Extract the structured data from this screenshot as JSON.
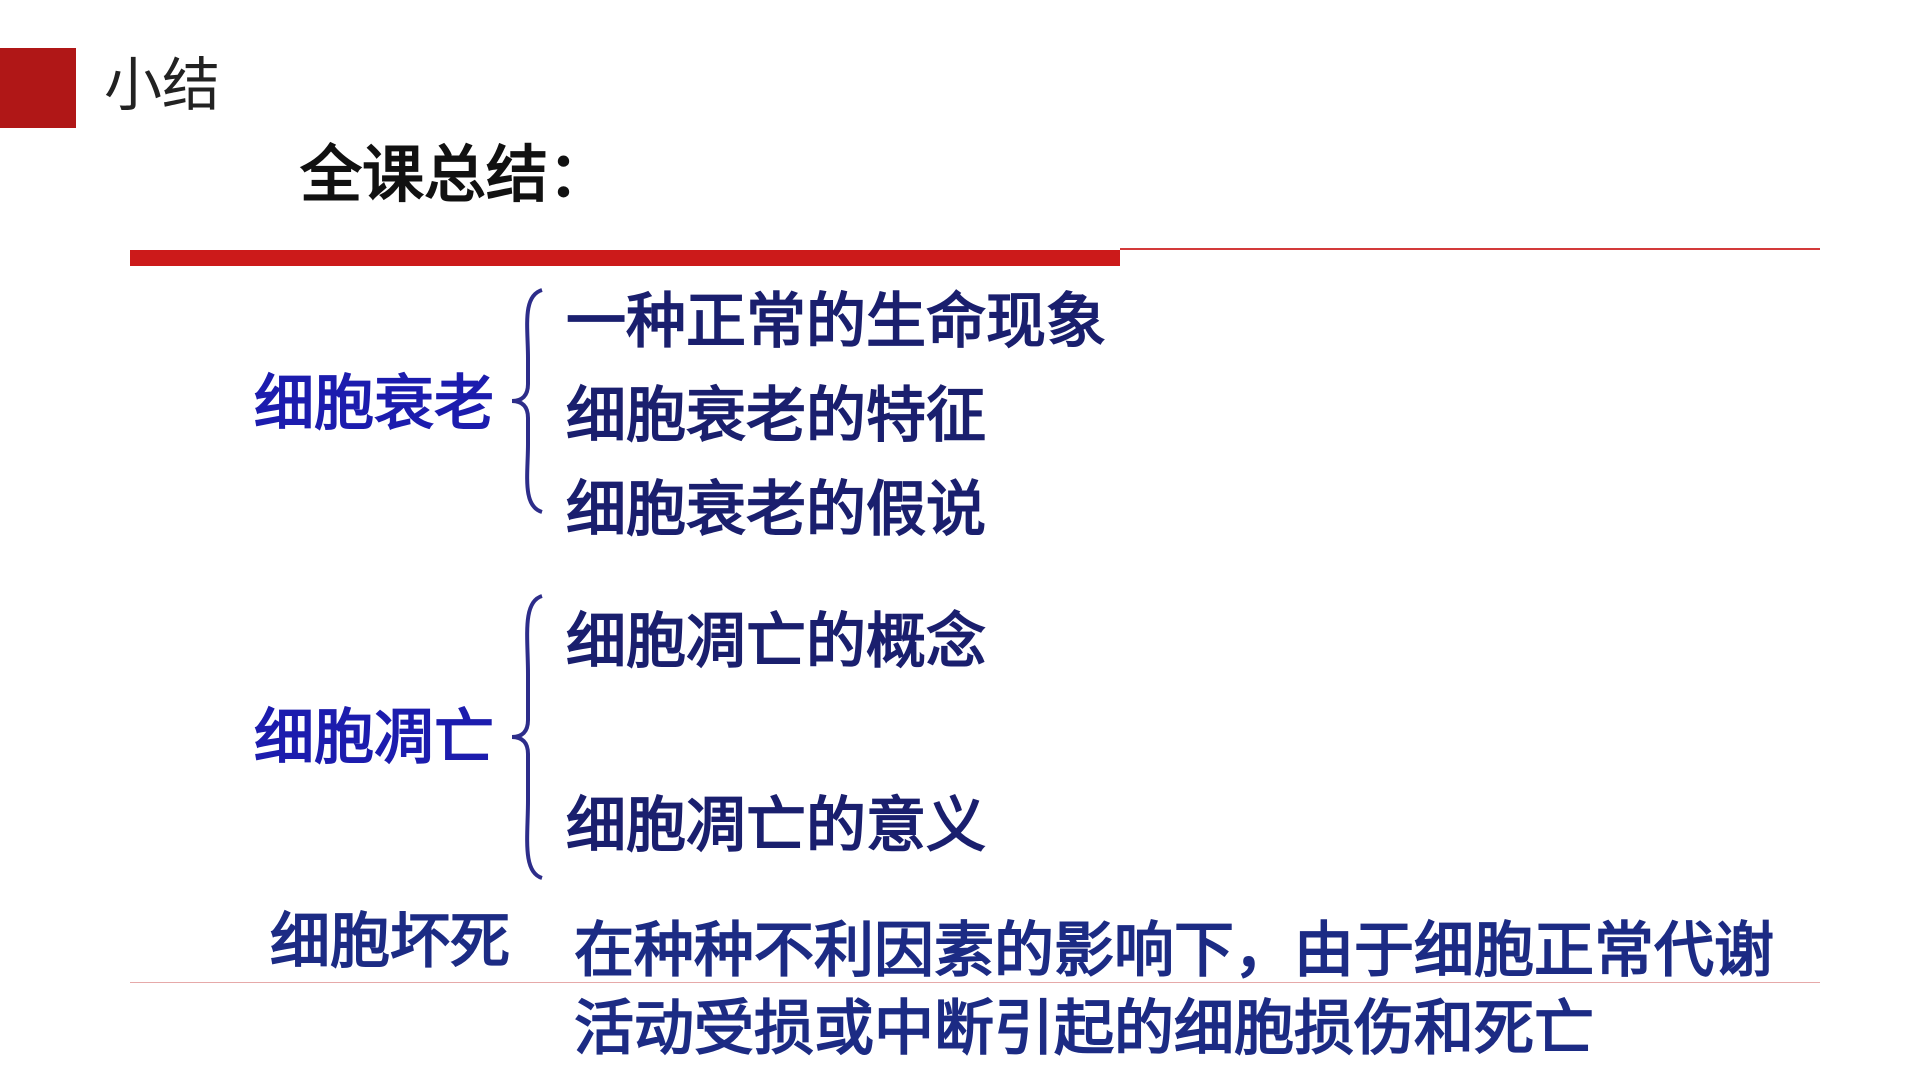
{
  "slide": {
    "section_label": "小结",
    "heading": "全课总结：",
    "colors": {
      "accent_red": "#b01717",
      "rule_red": "#cc1a1a",
      "topic_blue": "#1c1cae",
      "item_navy": "#1a1f6e"
    }
  },
  "groups": [
    {
      "topic": "细胞衰老",
      "items": [
        "一种正常的生命现象",
        "细胞衰老的特征",
        "细胞衰老的假说"
      ]
    },
    {
      "topic": "细胞凋亡",
      "items": [
        "细胞凋亡的概念",
        "细胞凋亡的意义"
      ]
    }
  ],
  "necrosis": {
    "label": "细胞坏死",
    "definition": "在种种不利因素的影响下，由于细胞正常代谢活动受损或中断引起的细胞损伤和死亡"
  }
}
